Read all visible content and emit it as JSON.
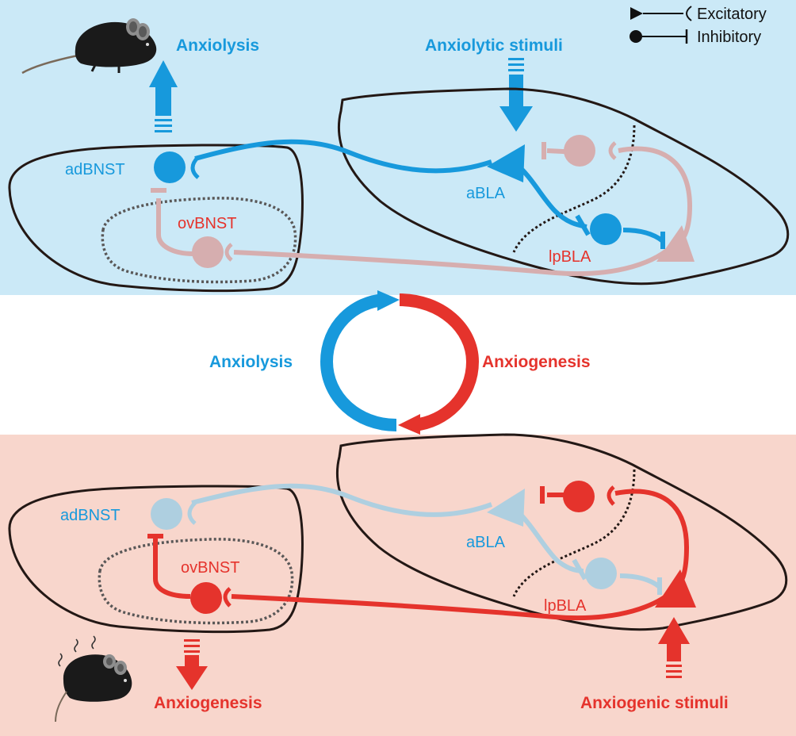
{
  "colors": {
    "blue": "#1799dc",
    "blue_faded": "#aecfe0",
    "red": "#e5332c",
    "red_faded": "#d6aeaf",
    "top_panel_bg": "#cbe9f7",
    "bottom_panel_bg": "#f8d6cc",
    "outline": "#231815"
  },
  "legend": {
    "excitatory": "Excitatory",
    "inhibitory": "Inhibitory"
  },
  "top_panel": {
    "output_label": "Anxiolysis",
    "stimulus_label": "Anxiolytic stimuli",
    "regions": {
      "adbnst": "adBNST",
      "ovbnst": "ovBNST",
      "abla": "aBLA",
      "lpbla": "lpBLA"
    }
  },
  "cycle": {
    "left_label": "Anxiolysis",
    "right_label": "Anxiogenesis"
  },
  "bottom_panel": {
    "output_label": "Anxiogenesis",
    "stimulus_label": "Anxiogenic stimuli",
    "regions": {
      "adbnst": "adBNST",
      "ovbnst": "ovBNST",
      "abla": "aBLA",
      "lpbla": "lpBLA"
    }
  },
  "icons": {
    "calm_mouse": "mouse-icon",
    "anxious_mouse": "mouse-anxious-icon",
    "excitatory_synapse": "excitatory-synapse-icon",
    "inhibitory_synapse": "inhibitory-synapse-icon"
  }
}
